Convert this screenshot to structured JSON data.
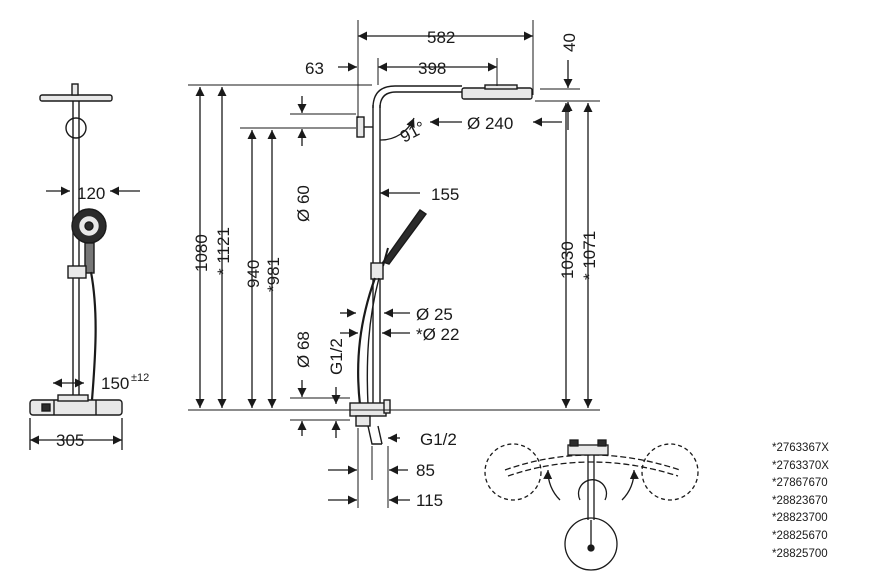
{
  "front_view": {
    "width_120": "120",
    "width_150": "150",
    "tol_150": "±12",
    "width_305": "305"
  },
  "side_view": {
    "d_582": "582",
    "d_63": "63",
    "d_398": "398",
    "d_40": "40",
    "angle_91": "91°",
    "dia_240": "Ø 240",
    "d_155": "155",
    "dia_60": "Ø 60",
    "dia_68": "Ø 68",
    "dia_25": "Ø 25",
    "dia_22": "*Ø 22",
    "thread_left": "G1/2",
    "thread_bottom": "G1/2",
    "d_85": "85",
    "d_115": "115",
    "h_1080": "1080",
    "h_1121": "* 1121",
    "h_940": "940",
    "h_981": "*981",
    "h_1030": "1030",
    "h_1071": "* 1071"
  },
  "article_numbers": [
    "*2763367X",
    "*2763370X",
    "*27867670",
    "*28823670",
    "*28823700",
    "*28825670",
    "*28825700"
  ],
  "colors": {
    "line": "#1a1a1a",
    "fill_dark": "#2b2b2b",
    "fill_mid": "#777777",
    "fill_light": "#e8e8e8"
  }
}
